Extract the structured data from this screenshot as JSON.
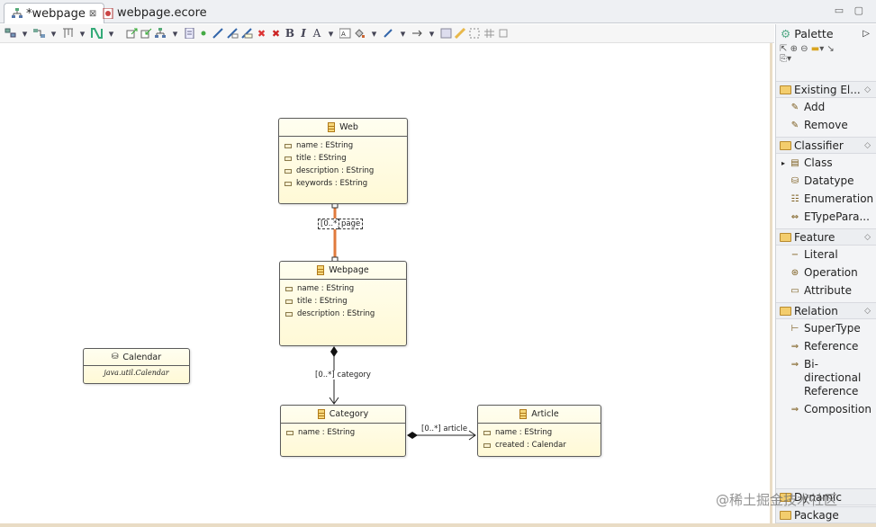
{
  "tabs": [
    {
      "label": "*webpage",
      "close": "⊠",
      "icon": "diagram-icon"
    },
    {
      "label": "webpage.ecore",
      "icon": "ecore-file-icon"
    }
  ],
  "window_controls": "▭ ▢",
  "toolbar": {
    "bold": "B",
    "italic": "I",
    "font": "A"
  },
  "diagram": {
    "classes": {
      "web": {
        "name": "Web",
        "attrs": [
          "name : EString",
          "title : EString",
          "description : EString",
          "keywords : EString"
        ]
      },
      "webpage": {
        "name": "Webpage",
        "attrs": [
          "name : EString",
          "title : EString",
          "description : EString"
        ]
      },
      "category": {
        "name": "Category",
        "attrs": [
          "name : EString"
        ]
      },
      "article": {
        "name": "Article",
        "attrs": [
          "name : EString",
          "created : Calendar"
        ]
      }
    },
    "datatype": {
      "name": "Calendar",
      "instance": "java.util.Calendar"
    },
    "references": {
      "page": {
        "mult": "[0..*]",
        "name": "page"
      },
      "category": {
        "label": "[0..*] category"
      },
      "article": {
        "label": "[0..*] article"
      }
    },
    "colors": {
      "selected_edge": "#e07a3c",
      "class_fill": "#fffbe0"
    }
  },
  "palette": {
    "title": "Palette",
    "sections": [
      {
        "label": "Existing El...",
        "items": [
          {
            "label": "Add",
            "icon": "pencil-icon"
          },
          {
            "label": "Remove",
            "icon": "pencil-icon"
          }
        ]
      },
      {
        "label": "Classifier",
        "items": [
          {
            "label": "Class",
            "icon": "class-icon"
          },
          {
            "label": "Datatype",
            "icon": "datatype-icon"
          },
          {
            "label": "Enumeration",
            "icon": "enum-icon"
          },
          {
            "label": "ETypePara...",
            "icon": "type-param-icon"
          }
        ]
      },
      {
        "label": "Feature",
        "items": [
          {
            "label": "Literal",
            "icon": "literal-icon"
          },
          {
            "label": "Operation",
            "icon": "operation-icon"
          },
          {
            "label": "Attribute",
            "icon": "attribute-icon"
          }
        ]
      },
      {
        "label": "Relation",
        "items": [
          {
            "label": "SuperType",
            "icon": "supertype-icon"
          },
          {
            "label": "Reference",
            "icon": "reference-icon"
          },
          {
            "label": "Bi-\ndirectional\nReference",
            "icon": "bidirectional-icon"
          },
          {
            "label": "Composition",
            "icon": "composition-icon"
          }
        ]
      }
    ],
    "bottom_sections": [
      "Dynamic",
      "Package"
    ]
  },
  "watermark": "@稀土掘金技术社区"
}
